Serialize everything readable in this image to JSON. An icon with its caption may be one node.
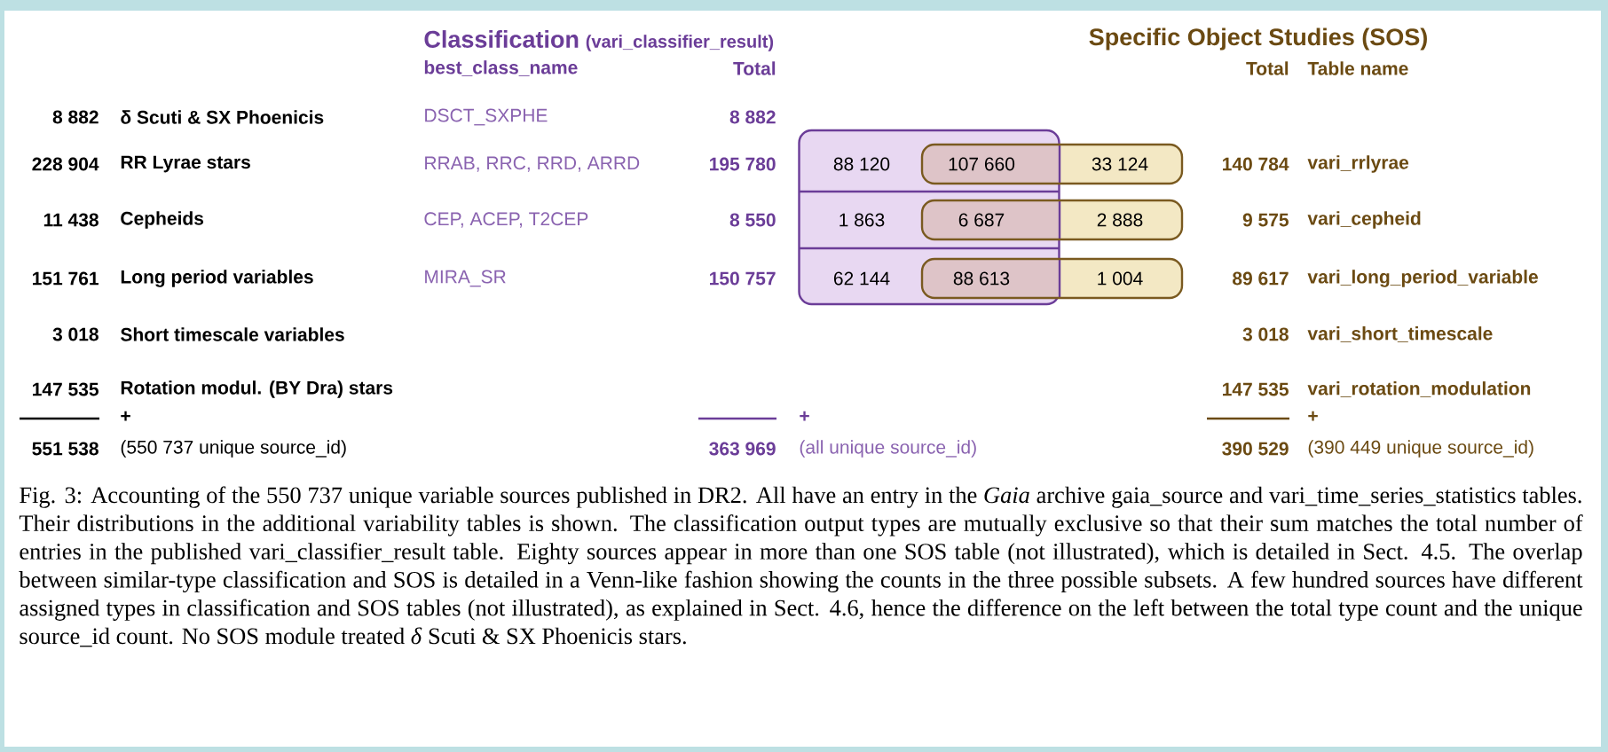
{
  "diagram": {
    "caption": "Fig. 3: Accounting of the 550 737 unique variable sources published in DR2. All have an entry in the *Gaia* archive gaia_source and vari_time_series_statistics tables. Their distributions in the additional variability tables is shown. The classification output types are mutually exclusive so that their sum matches the total number of entries in the published vari_classifier_result table. Eighty sources appear in more than one SOS table (not illustrated), which is detailed in Sect. 4.5. The overlap between similar-type classification and SOS is detailed in a Venn-like fashion showing the counts in the three possible subsets. A few hundred sources have different assigned types in classification and SOS tables (not illustrated), as explained in Sect. 4.6, hence the difference on the left between the total type count and the unique source_id count. No SOS module treated *δ* Scuti & SX Phoenicis stars.",
    "nodes": [
      {
        "text": [
          "88 120",
          "1 863",
          "62 144"
        ]
      },
      {
        "text": [
          "107 660",
          "33 124"
        ]
      },
      {
        "text": [
          "6 687",
          "2 888"
        ]
      },
      {
        "text": [
          "88 613",
          "1 004"
        ]
      }
    ],
    "labels": [
      "Classification",
      "(vari_classifier_result)",
      "Specific Object Studies (SOS)",
      "best_class_name",
      "Total",
      "Total",
      "Table name",
      "8 882",
      "δ Scuti & SX Phoenicis",
      "DSCT_SXPHE",
      "8 882",
      "228 904",
      "RR Lyrae stars",
      "RRAB, RRC, RRD, ARRD",
      "195 780",
      "140 784",
      "vari_rrlyrae",
      "11 438",
      "Cepheids",
      "CEP, ACEP, T2CEP",
      "8 550",
      "9 575",
      "vari_cepheid",
      "151 761",
      "Long period variables",
      "MIRA_SR",
      "150 757",
      "89 617",
      "vari_long_period_variable",
      "3 018",
      "Short timescale variables",
      "3 018",
      "vari_short_timescale",
      "147 535",
      "Rotation modul. (BY Dra) stars",
      "147 535",
      "vari_rotation_modulation",
      "+",
      "+",
      "+",
      "551 538",
      "(550 737 unique source_id)",
      "363 969",
      "(all unique source_id)",
      "390 529",
      "(390 449 unique source_id)"
    ]
  }
}
